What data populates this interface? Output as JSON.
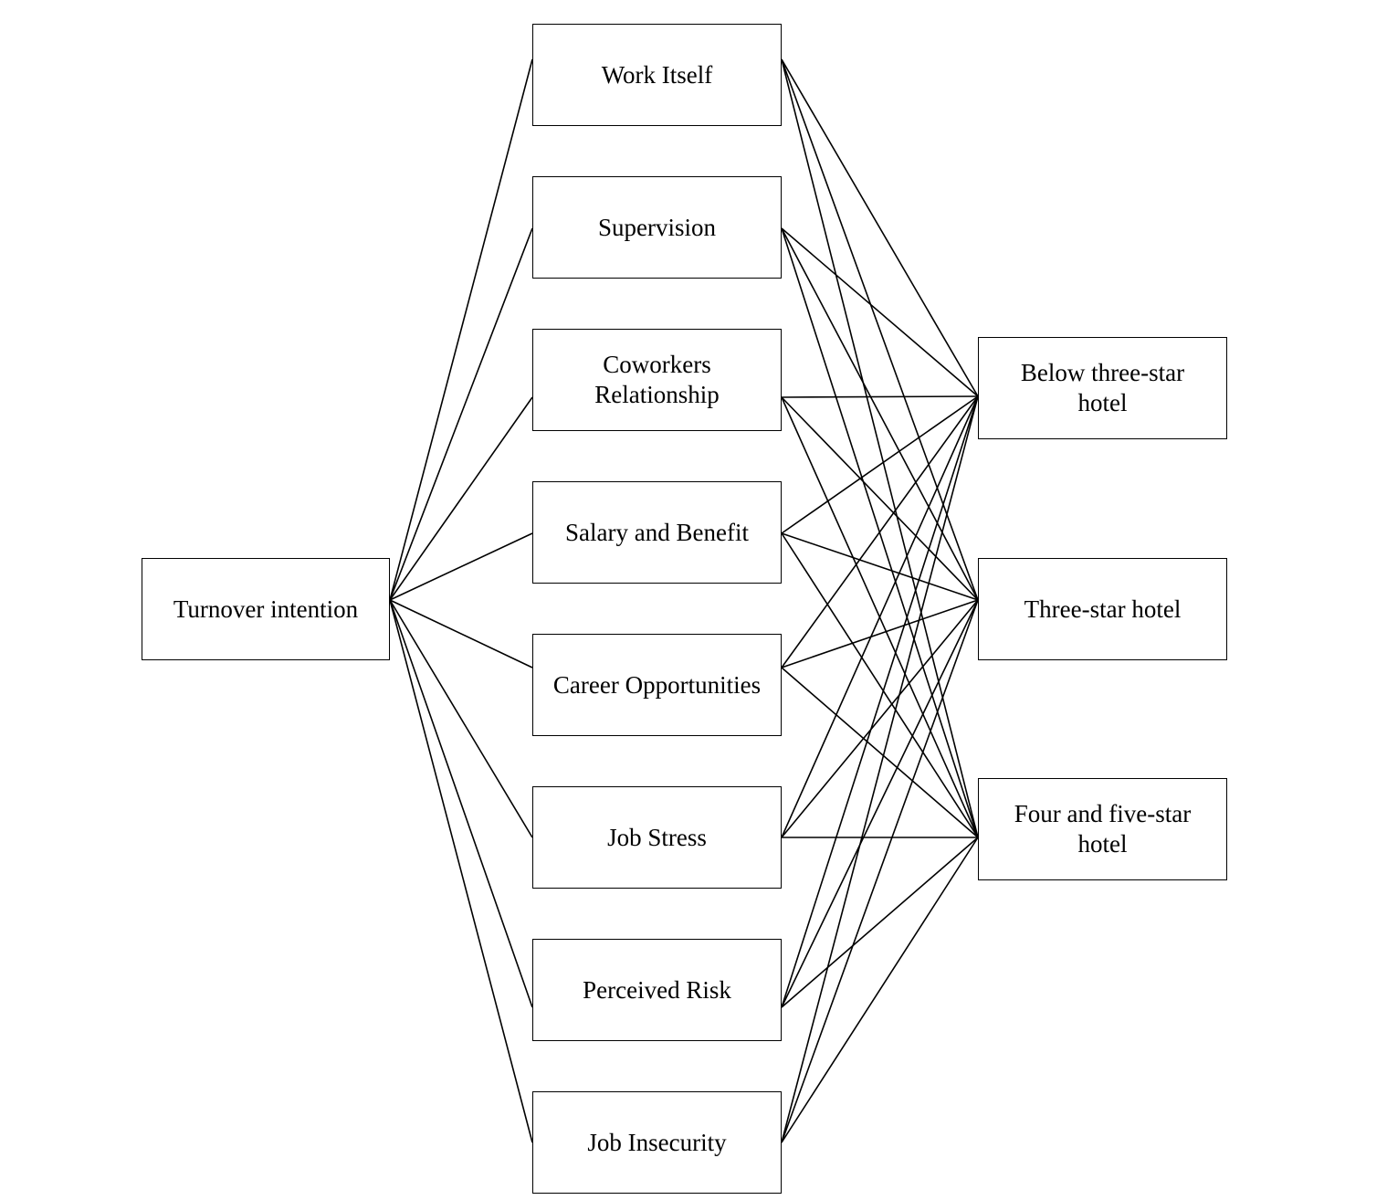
{
  "diagram": {
    "outcome": {
      "label": "Turnover intention"
    },
    "factors": [
      {
        "id": "work",
        "label": "Work Itself"
      },
      {
        "id": "sup",
        "label": "Supervision"
      },
      {
        "id": "cow",
        "label": "Coworkers\nRelationship"
      },
      {
        "id": "sal",
        "label": "Salary and Benefit"
      },
      {
        "id": "car",
        "label": "Career Opportunities"
      },
      {
        "id": "stress",
        "label": "Job Stress"
      },
      {
        "id": "risk",
        "label": "Perceived Risk"
      },
      {
        "id": "insec",
        "label": "Job Insecurity"
      }
    ],
    "groups": [
      {
        "id": "below",
        "label": "Below three-star\nhotel"
      },
      {
        "id": "three",
        "label": "Three-star hotel"
      },
      {
        "id": "four",
        "label": "Four and five-star\nhotel"
      }
    ],
    "edges": {
      "outcome_to_factors": "all",
      "factors_to_groups": "all"
    },
    "colors": {
      "line": "#000000",
      "box_border": "#000000",
      "background": "#ffffff"
    }
  }
}
